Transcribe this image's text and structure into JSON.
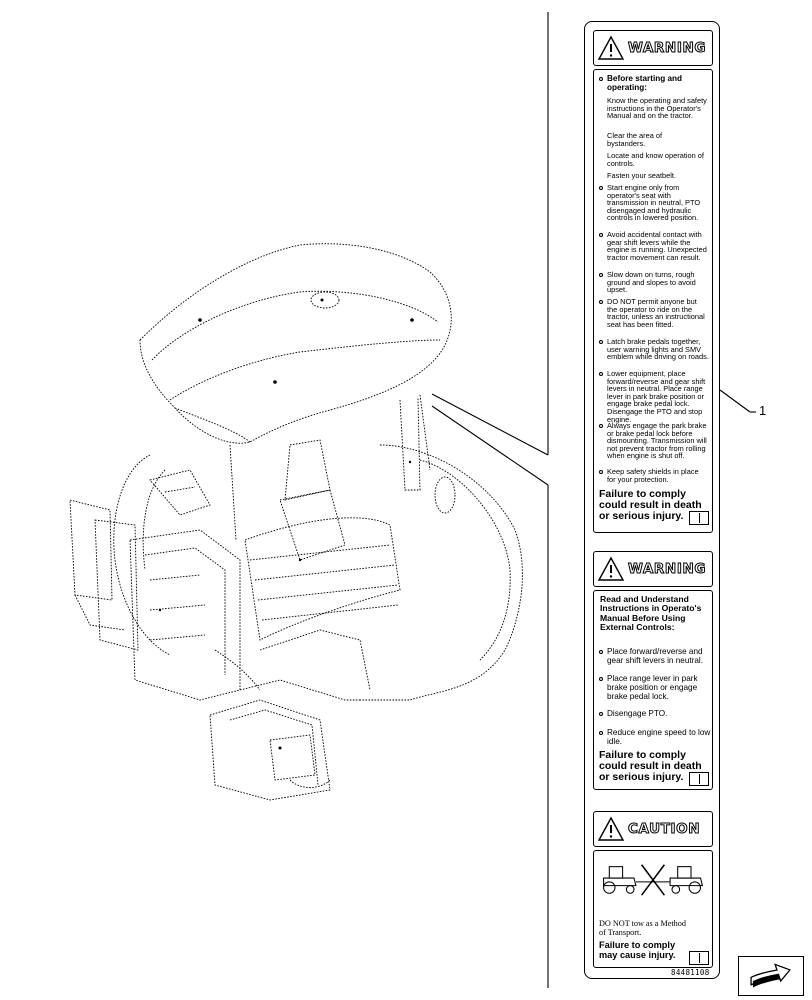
{
  "callout": {
    "number": "1"
  },
  "part_code": "84481108",
  "decal_warning_1": {
    "header": "WARNING",
    "intro_title": "Before starting and operating:",
    "intro_lines": [
      "Know the operating and safety instructions in the Operator's Manual and on the tractor.",
      "Clear the area of bystanders.",
      "Locate and know operation of controls.",
      "Fasten your seatbelt."
    ],
    "items": [
      "Start engine only from operator's seat with transmission in neutral, PTO disengaged and hydraulic controls in lowered position.",
      "Avoid accidental contact with gear shift levers while the engine is running. Unexpected tractor movement can result.",
      "Slow down on turns, rough ground and slopes to avoid upset.",
      "DO NOT permit anyone but the operator to ride on the tractor, unless an instructional seat has been fitted.",
      "Latch brake pedals together, user warning lights and SMV emblem while driving on roads.",
      "Lower equipment, place forward/reverse and gear shift levers in neutral. Place range lever in park brake position or engage brake pedal lock. Disengage the PTO and stop engine.",
      "Always engage the park brake or brake pedal lock before dismounting. Transmission will not prevent tractor from rolling when engine is shut off.",
      "Keep safety shields in place for your protection."
    ],
    "failure": "Failure to comply could result in death or serious injury."
  },
  "decal_warning_2": {
    "header": "WARNING",
    "title": "Read and Understand Instructions in Operato's Manual Before Using External Controls:",
    "items": [
      "Place forward/reverse and gear shift levers in neutral.",
      "Place range lever in park brake position or engage brake pedal lock.",
      "Disengage PTO.",
      "Reduce engine speed to low idle."
    ],
    "failure": "Failure to comply could result in death or serious injury."
  },
  "decal_caution": {
    "header": "CAUTION",
    "text": "DO NOT tow as a Method of Transport.",
    "failure": "Failure to comply may cause injury."
  },
  "icons": {
    "warning": "warning-triangle-icon",
    "manual": "operator-manual-book-icon",
    "no_tow": "no-tow-tractor-icon",
    "nav": "next-page-arrow-icon"
  }
}
